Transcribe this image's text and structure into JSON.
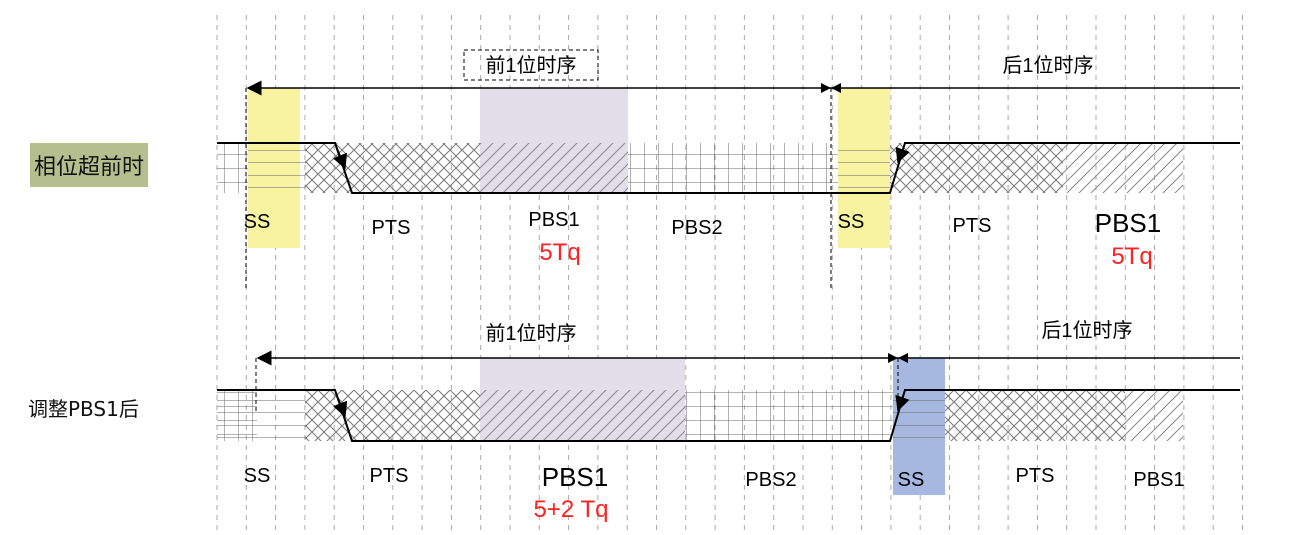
{
  "rows": [
    {
      "label": "相位超前时",
      "label_bg": "#b5bf8e",
      "prev_bit": "前1位时序",
      "next_bit": "后1位时序",
      "segments": {
        "ss1": "SS",
        "pts1": "PTS",
        "pbs1": "PBS1",
        "pbs2": "PBS2",
        "ss2": "SS",
        "pts2": "PTS",
        "pbs1b": "PBS1"
      },
      "pbs1_len": "5Tq",
      "pbs1b_len": "5Tq"
    },
    {
      "label": "调整PBS1后",
      "prev_bit": "前1位时序",
      "next_bit": "后1位时序",
      "segments": {
        "ss1": "SS",
        "pts1": "PTS",
        "pbs1": "PBS1",
        "pbs2": "PBS2",
        "ss2": "SS",
        "pts2": "PTS",
        "pbs1b": "PBS1"
      },
      "pbs1_len": "5+2 Tq"
    }
  ],
  "colors": {
    "ss_highlight": "#f7f3a0",
    "pbs1_bg": "#e3dfea",
    "ss_adjusted": "#a7b8e0",
    "tq_text": "#ff2020"
  }
}
